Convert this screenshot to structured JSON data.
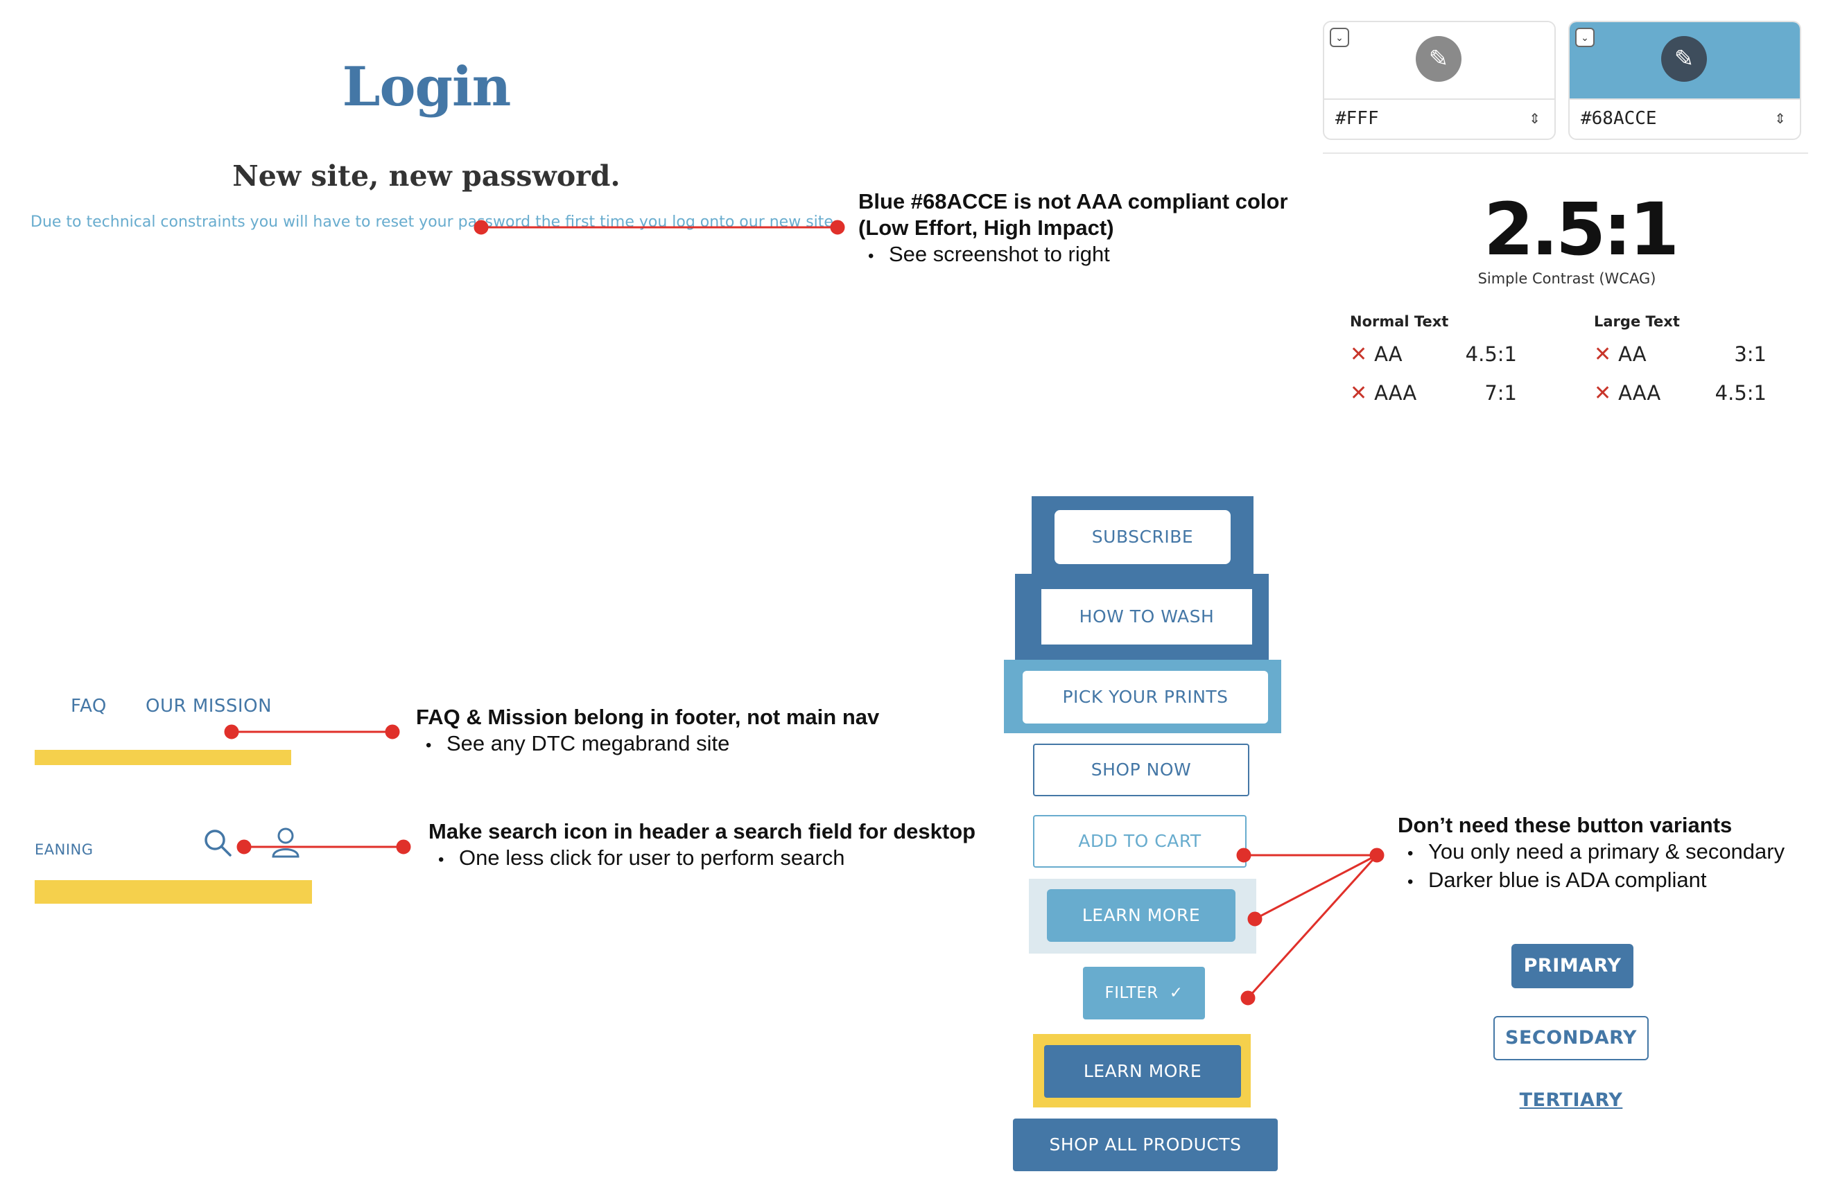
{
  "login": {
    "title": "Login",
    "subtitle": "New site, new password.",
    "note": "Due to technical constraints you will have to reset your password the first time you log onto our new site."
  },
  "annotations": {
    "contrast": {
      "title_line1": "Blue #68ACCE is not AAA compliant color",
      "title_line2": "(Low Effort, High Impact)",
      "bullet": "See screenshot to right"
    },
    "nav": {
      "title": "FAQ & Mission belong in footer, not main nav",
      "bullet": "See any DTC megabrand site"
    },
    "search": {
      "title": "Make search icon in header a search field for desktop",
      "bullet": "One less click for user to perform search"
    },
    "buttons": {
      "title": "Don’t need these button variants",
      "bullet1": "You only need a primary & secondary",
      "bullet2": "Darker blue is ADA compliant"
    }
  },
  "contrast_checker": {
    "foreground": "#FFF",
    "background": "#68ACCE",
    "ratio": "2.5:1",
    "ratio_label": "Simple Contrast (WCAG)",
    "normal_text": {
      "heading": "Normal Text",
      "aa_label": "AA",
      "aa_ratio": "4.5:1",
      "aaa_label": "AAA",
      "aaa_ratio": "7:1"
    },
    "large_text": {
      "heading": "Large Text",
      "aa_label": "AA",
      "aa_ratio": "3:1",
      "aaa_label": "AAA",
      "aaa_ratio": "4.5:1"
    },
    "fail_mark": "✕"
  },
  "nav_mock": {
    "faq": "FAQ",
    "mission": "OUR MISSION",
    "cleaning_partial": "EANING"
  },
  "buttons": {
    "subscribe": "SUBSCRIBE",
    "how_to_wash": "HOW TO WASH",
    "pick_your_prints": "PICK YOUR PRINTS",
    "shop_now": "SHOP NOW",
    "add_to_cart": "ADD TO CART",
    "learn_more_light": "LEARN MORE",
    "filter": "FILTER",
    "learn_more_dark": "LEARN MORE",
    "shop_all_products": "SHOP ALL PRODUCTS"
  },
  "recommended": {
    "primary": "PRIMARY",
    "secondary": "SECONDARY",
    "tertiary": "TERTIARY"
  },
  "colors": {
    "dark_blue": "#4477a6",
    "light_blue": "#68acce",
    "yellow": "#f5d04c",
    "red": "#e0302a"
  }
}
